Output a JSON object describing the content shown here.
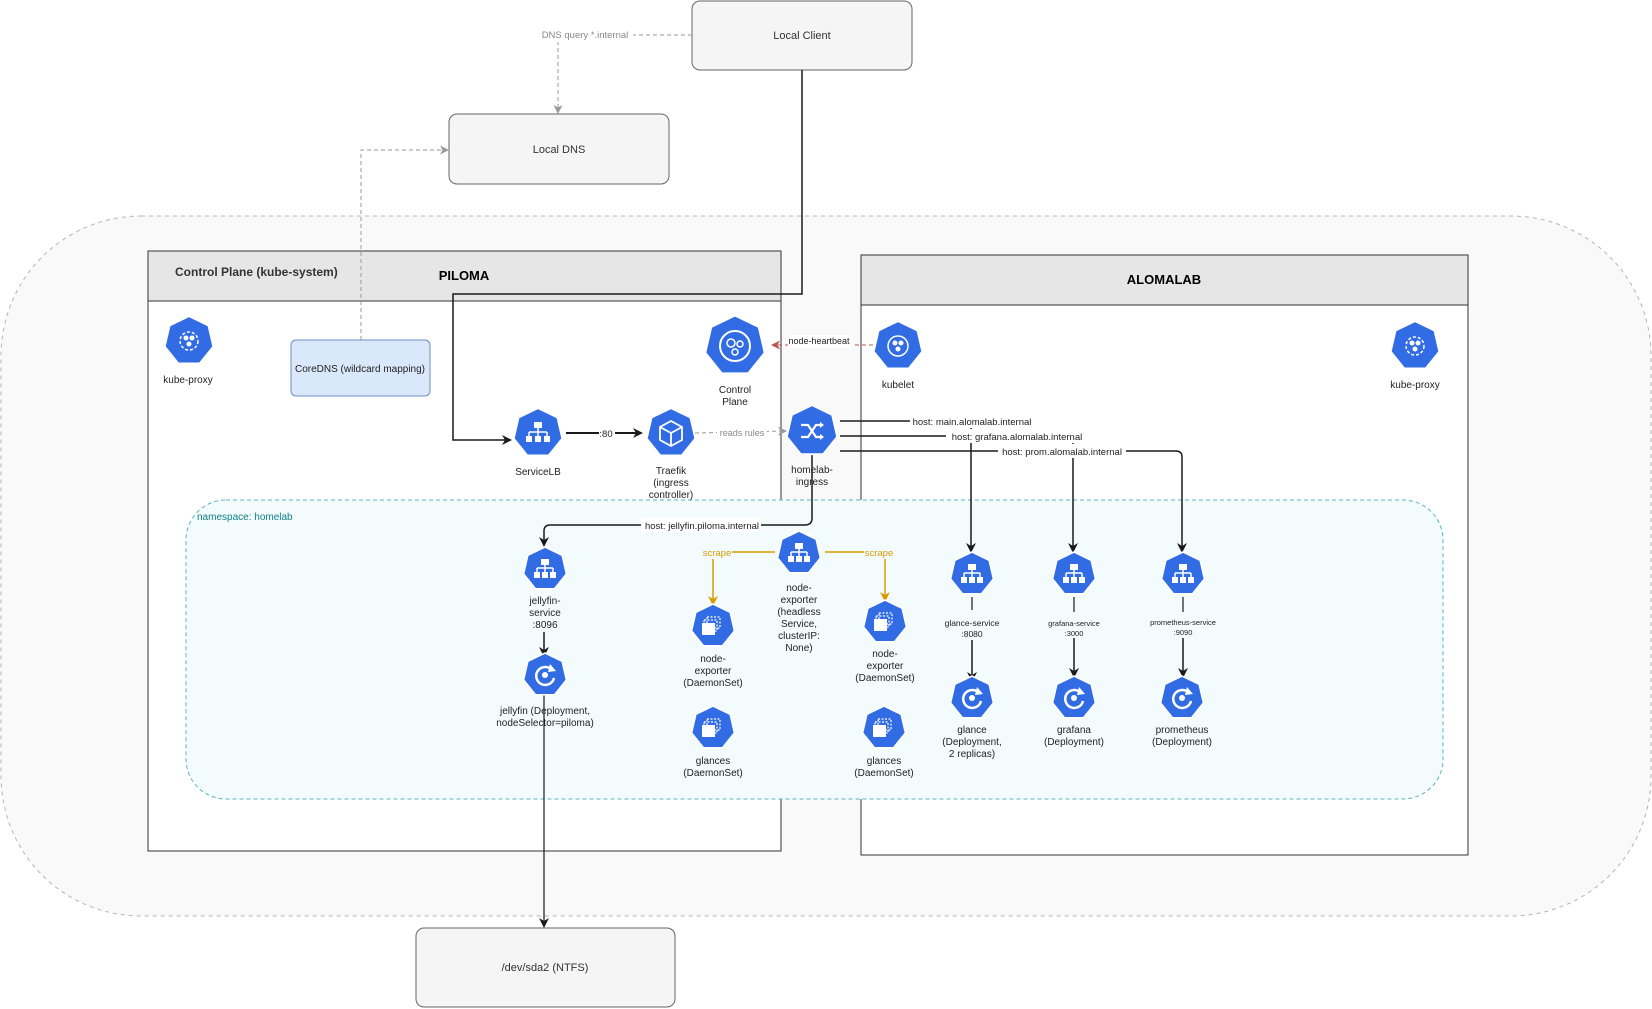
{
  "boxes": {
    "local_client": "Local Client",
    "local_dns": "Local DNS",
    "coredns": "CoreDNS (wildcard mapping)",
    "storage": "/dev/sda2 (NTFS)"
  },
  "nodes": {
    "piloma_title": "PILOMA",
    "control_plane_header": "Control Plane (kube-system)",
    "alomalab_title": "ALOMALAB"
  },
  "namespace": "namespace: homelab",
  "icons": {
    "kube_proxy_left": "kube-proxy",
    "control_plane": [
      "Control",
      "Plane"
    ],
    "kubelet": "kubelet",
    "kube_proxy_right": "kube-proxy",
    "servicelb": "ServiceLB",
    "traefik": [
      "Traefik",
      "(ingress",
      "controller)"
    ],
    "homelab_ingress": [
      "homelab-",
      "ingress"
    ],
    "jellyfin_service": [
      "jellyfin-",
      "service",
      ":8096"
    ],
    "jellyfin_deploy": [
      "jellyfin (Deployment,",
      "nodeSelector=piloma)"
    ],
    "node_exporter_svc": [
      "node-",
      "exporter",
      "(headless",
      "Service,",
      "clusterIP:",
      "None)"
    ],
    "node_exporter_ds_left": [
      "node-",
      "exporter",
      "(DaemonSet)"
    ],
    "node_exporter_ds_right": [
      "node-",
      "exporter",
      "(DaemonSet)"
    ],
    "glances_left": [
      "glances",
      "(DaemonSet)"
    ],
    "glances_right": [
      "glances",
      "(DaemonSet)"
    ],
    "glance_service": [
      "glance-service",
      ":8080"
    ],
    "grafana_service": [
      "grafana-service",
      ":3000"
    ],
    "prometheus_service": [
      "prometheus-service",
      ":9090"
    ],
    "glance_deploy": [
      "glance",
      "(Deployment,",
      "2 replicas)"
    ],
    "grafana_deploy": [
      "grafana",
      "(Deployment)"
    ],
    "prometheus_deploy": [
      "prometheus",
      "(Deployment)"
    ]
  },
  "edge_labels": {
    "dns_query": "DNS query *.internal",
    "node_heartbeat": "node-heartbeat",
    "port80": ":80",
    "reads_rules": "reads rules",
    "host_main": "host: main.alomalab.internal",
    "host_grafana": "host: grafana.alomalab.internal",
    "host_prom": "host: prom.alomalab.internal",
    "host_jellyfin": "host: jellyfin.piloma.internal",
    "scrape_left": "scrape",
    "scrape_right": "scrape"
  },
  "colors": {
    "k8s_blue": "#326CE5",
    "scrape_gold": "#D79B00",
    "heartbeat_red": "#B85450",
    "namespace_teal": "#0E8088"
  }
}
